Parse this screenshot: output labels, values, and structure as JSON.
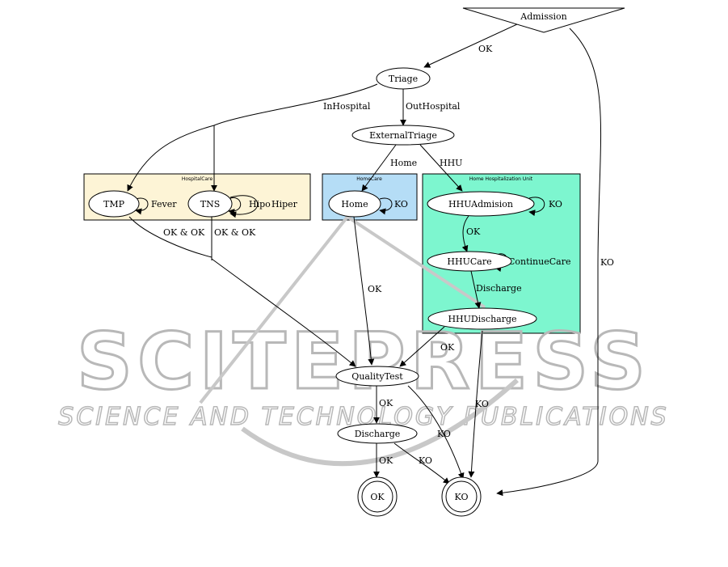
{
  "clusters": {
    "hospital": {
      "label": "HospitalCare",
      "color": "#fdf4d6"
    },
    "home": {
      "label": "HomeCare",
      "color": "#b5ddf6"
    },
    "hhu": {
      "label": "Home Hospitalization Unit",
      "color": "#7df6cf"
    }
  },
  "nodes": {
    "admission": "Admission",
    "triage": "Triage",
    "external_triage": "ExternalTriage",
    "tmp": "TMP",
    "tns": "TNS",
    "home": "Home",
    "hhu_admision": "HHUAdmision",
    "hhu_care": "HHUCare",
    "hhu_discharge": "HHUDischarge",
    "quality_test": "QualityTest",
    "discharge": "Discharge",
    "end_ok": "OK",
    "end_ko": "KO"
  },
  "edges": {
    "admission_triage": "OK",
    "admission_ko": "KO",
    "triage_inhospital": "InHospital",
    "triage_outhospital": "OutHospital",
    "ext_home": "Home",
    "ext_hhu": "HHU",
    "tmp_fever": "Fever",
    "tns_hipo": "Hipo",
    "tns_hiper": "Hiper",
    "home_ko": "KO",
    "hhuadm_ko": "KO",
    "hhuadm_ok": "OK",
    "hhucare_continue": "ContinueCare",
    "hhucare_discharge": "Discharge",
    "hospital_ok": "OK & OK",
    "hospital_ok2": "OK & OK",
    "home_ok": "OK",
    "hhudis_ok": "OK",
    "hhudis_ko": "KO",
    "qt_ok": "OK",
    "qt_ko": "KO",
    "dis_ok": "OK",
    "dis_ko": "KO"
  },
  "watermark": {
    "big": "SCITEPRESS",
    "small": "SCIENCE AND TECHNOLOGY PUBLICATIONS"
  }
}
